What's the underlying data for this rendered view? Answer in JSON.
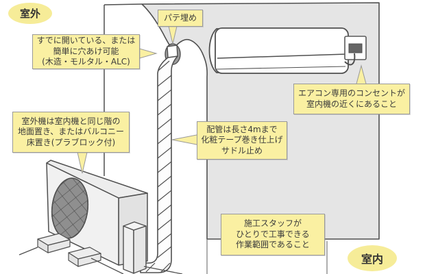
{
  "diagram": {
    "title_labels": {
      "outside": "室外",
      "inside": "室内"
    },
    "callouts": {
      "putty": {
        "text": "パテ埋め"
      },
      "wall_hole": {
        "text": "すでに開いている、または\n簡単に穴あけ可能\n(木造・モルタル・ALC)"
      },
      "outdoor_unit": {
        "text": "室外機は室内機と同じ階の\n地面置き、またはバルコニー\n床置き(プラブロック付)"
      },
      "piping": {
        "text": "配管は長さ4mまで\n化粧テープ巻き仕上げ\nサドル止め"
      },
      "outlet": {
        "text": "エアコン専用のコンセントが\n室内機の近くにあること"
      },
      "work_area": {
        "text": "施工スタッフが\nひとりで工事できる\n作業範囲であること"
      }
    },
    "colors": {
      "callout_bg": "#faf0a2",
      "callout_border": "#999999",
      "oval_bg": "#f6ec98",
      "wall_fill": "#e5e5e5",
      "outline": "#4f4f4f",
      "hole_fill": "#9c9c9c",
      "fan_fill": "#8f8f8f",
      "plug_fill": "#666666",
      "text": "#3b3b3b"
    }
  }
}
